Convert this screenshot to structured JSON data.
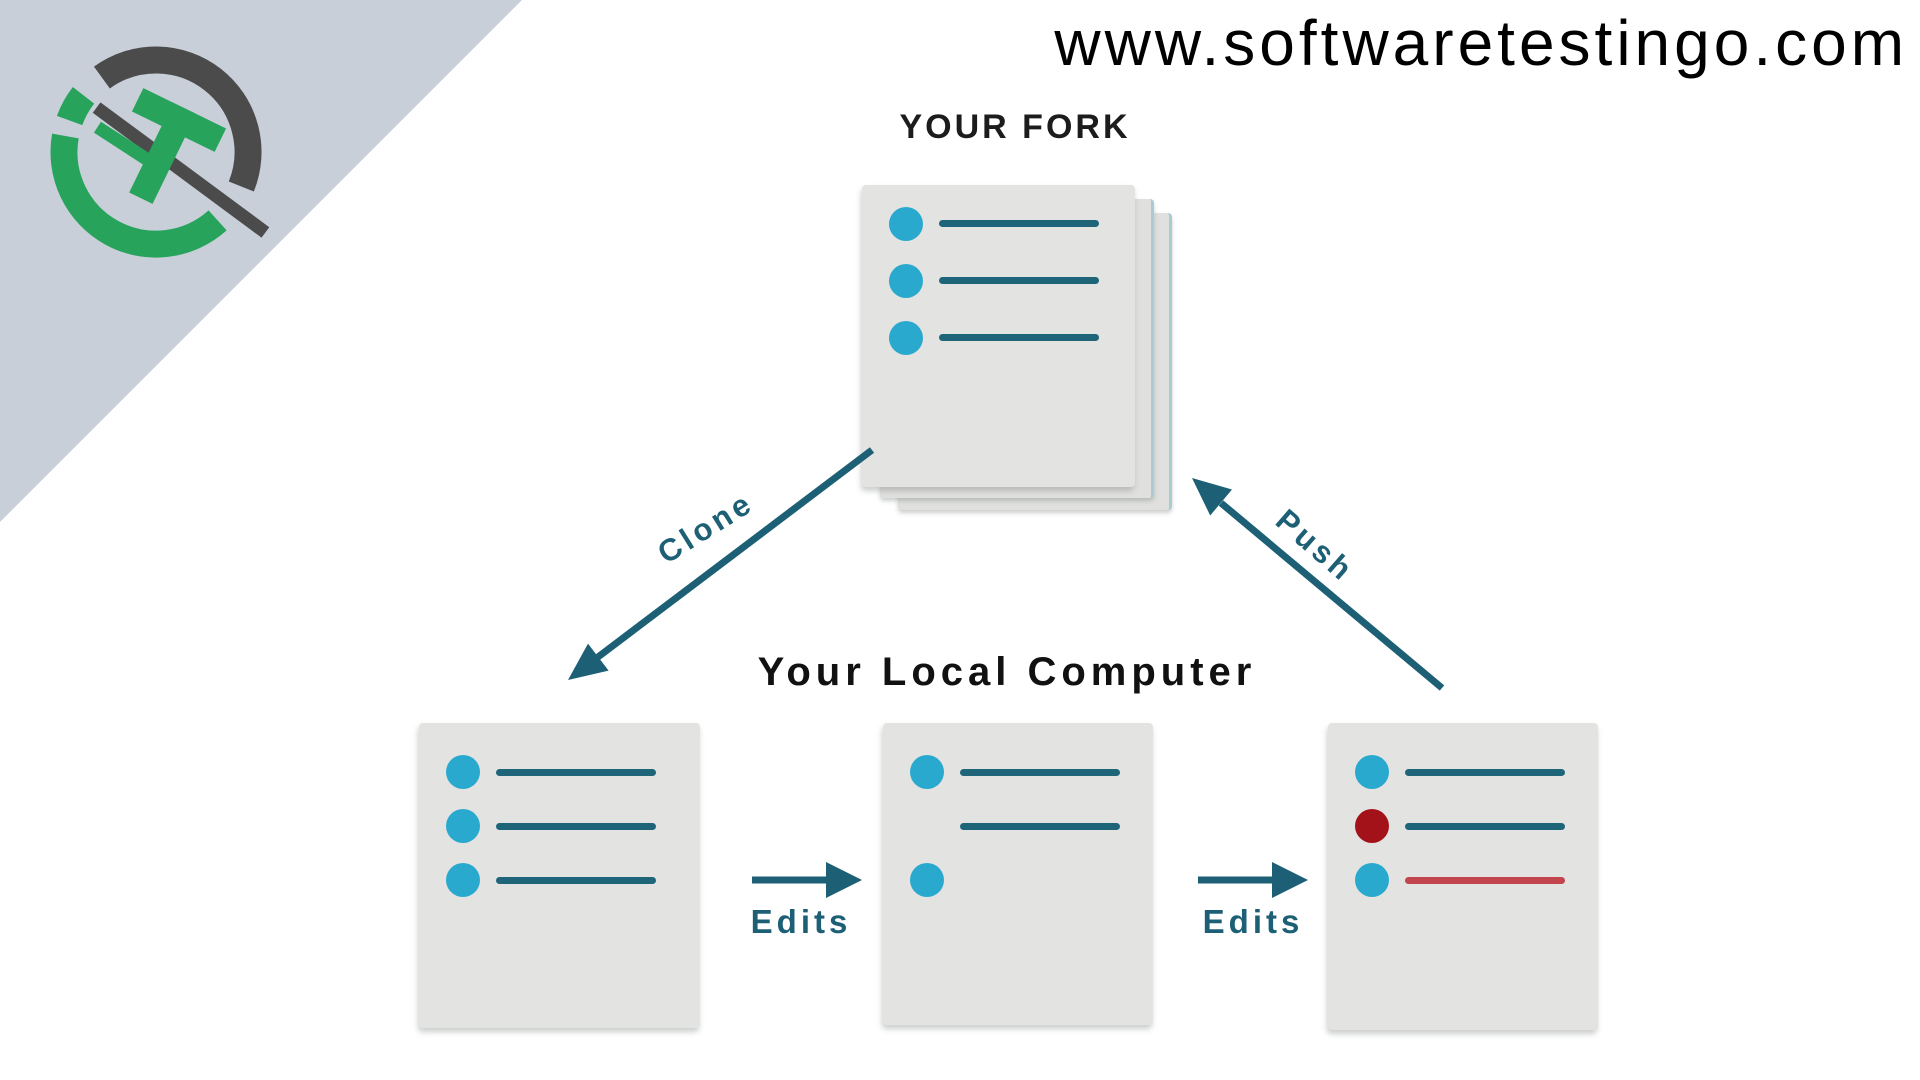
{
  "watermark": {
    "text": "www.softwaretestingo.com"
  },
  "logo": {
    "name": "softwaretestingo-logo",
    "green": "#27a35c",
    "gray": "#4b4b4b",
    "triangle_color": "#c8cfd9"
  },
  "diagram": {
    "fork": {
      "title": "YOUR FORK"
    },
    "local": {
      "title": "Your Local Computer"
    },
    "arrows": {
      "clone_label": "Clone",
      "push_label": "Push",
      "edits": [
        "Edits",
        "Edits"
      ]
    },
    "colors": {
      "teal_line": "#1e6579",
      "arrow_teal": "#1d5f75",
      "blue_bullet": "#29a9ce",
      "red_bullet": "#a31219",
      "red_line": "#c2454d",
      "document_background": "#e3e3e2"
    },
    "documents": [
      {
        "id": "fork-document",
        "rows": [
          {
            "bullet": "blue",
            "line": "teal"
          },
          {
            "bullet": "blue",
            "line": "teal"
          },
          {
            "bullet": "blue",
            "line": "teal"
          }
        ]
      },
      {
        "id": "local-document-original",
        "rows": [
          {
            "bullet": "blue",
            "line": "teal"
          },
          {
            "bullet": "blue",
            "line": "teal"
          },
          {
            "bullet": "blue",
            "line": "teal"
          }
        ]
      },
      {
        "id": "local-document-edit-1",
        "rows": [
          {
            "bullet": "blue",
            "line": "teal"
          },
          {
            "bullet": null,
            "line": "teal"
          },
          {
            "bullet": "blue",
            "line": null
          }
        ]
      },
      {
        "id": "local-document-edit-2",
        "rows": [
          {
            "bullet": "blue",
            "line": "teal"
          },
          {
            "bullet": "red",
            "line": "teal"
          },
          {
            "bullet": "blue",
            "line": "red"
          }
        ]
      }
    ]
  }
}
